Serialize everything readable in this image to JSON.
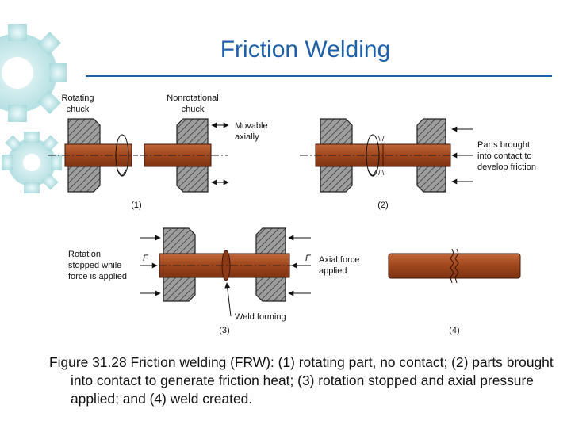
{
  "slide": {
    "title": "Friction Welding"
  },
  "diagram": {
    "labels": {
      "rotating_chuck_l1": "Rotating",
      "rotating_chuck_l2": "chuck",
      "nonrot_chuck_l1": "Nonrotational",
      "nonrot_chuck_l2": "chuck",
      "movable_l1": "Movable",
      "movable_l2": "axially",
      "parts_l1": "Parts brought",
      "parts_l2": "into contact to",
      "parts_l3": "develop friction",
      "rotation_l1": "Rotation",
      "rotation_l2": "stopped while",
      "rotation_l3": "force is applied",
      "axial_l1": "Axial force",
      "axial_l2": "applied",
      "force_left": "F",
      "force_right": "F",
      "weld_forming": "Weld forming"
    },
    "steps": {
      "s1": "(1)",
      "s2": "(2)",
      "s3": "(3)",
      "s4": "(4)"
    }
  },
  "caption": "Figure 31.28  Friction welding (FRW): (1) rotating part, no contact; (2) parts brought into contact to generate friction heat; (3) rotation stopped and axial pressure applied; and (4) weld created.",
  "colors": {
    "title": "#1f5fa8",
    "rod": "#a2481f",
    "gear": "#b9e3e5"
  }
}
